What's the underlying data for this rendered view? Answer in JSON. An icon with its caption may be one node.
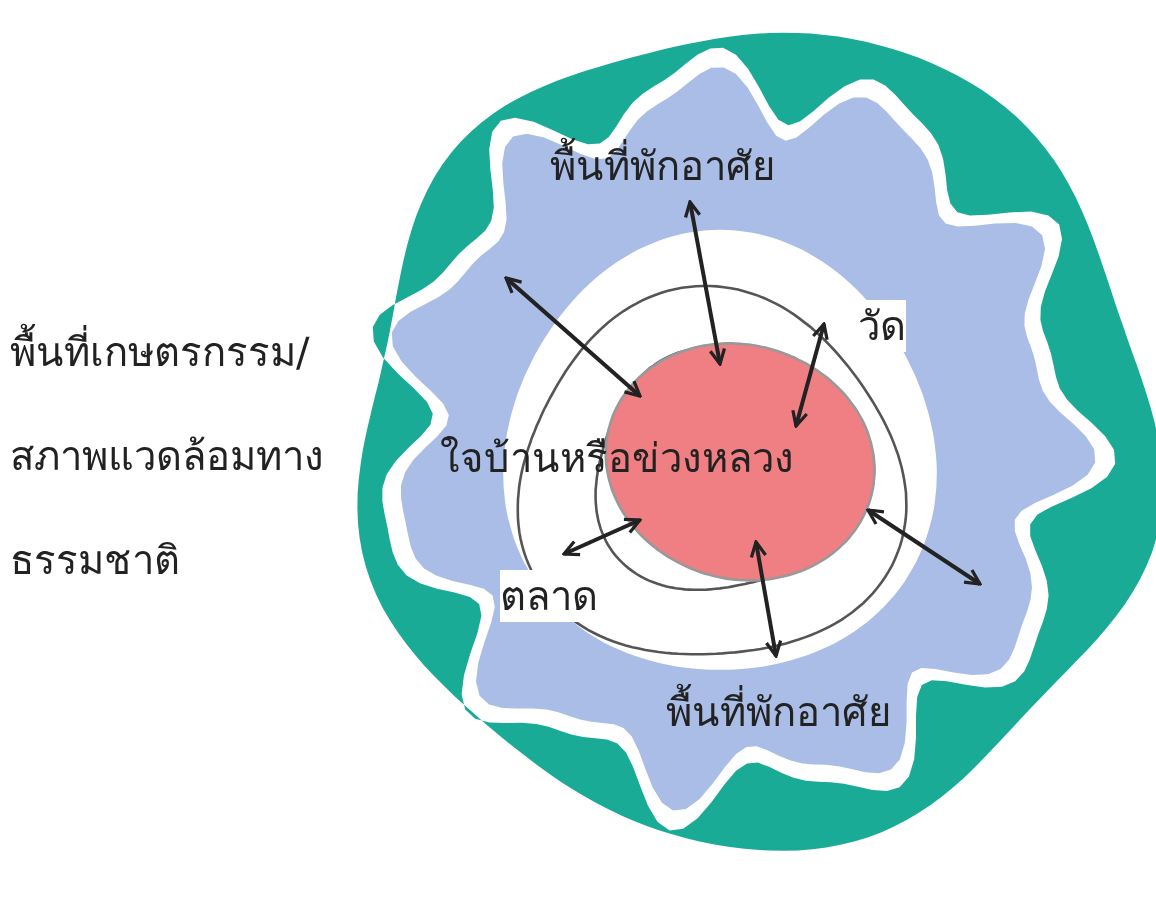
{
  "diagram": {
    "nodes": [
      {
        "text": [
          "พื้นที่เกษตรกรรม/ สภาพแวดล้อมทาง ธรรมชาติ"
        ]
      },
      {
        "text": [
          "พื้นที่พักอาศัย",
          "พื้นที่พักอาศัย"
        ],
        "in": 0
      },
      {
        "text": [
          "วัด",
          "ตลาด"
        ],
        "in": 1
      },
      {
        "text": [
          "ใจบ้านหรือข่วงหลวง"
        ],
        "in": 2
      }
    ],
    "edges": [
      {
        "from": 3,
        "to": 1,
        "arrow": "both"
      },
      {
        "from": 3,
        "to": 1,
        "arrow": "both"
      },
      {
        "from": 3,
        "to": 1,
        "arrow": "both"
      },
      {
        "from": 3,
        "to": 2,
        "arrow": "both"
      },
      {
        "from": 3,
        "to": 2,
        "arrow": "both"
      },
      {
        "from": 3,
        "to": 2,
        "arrow": "both"
      }
    ]
  }
}
